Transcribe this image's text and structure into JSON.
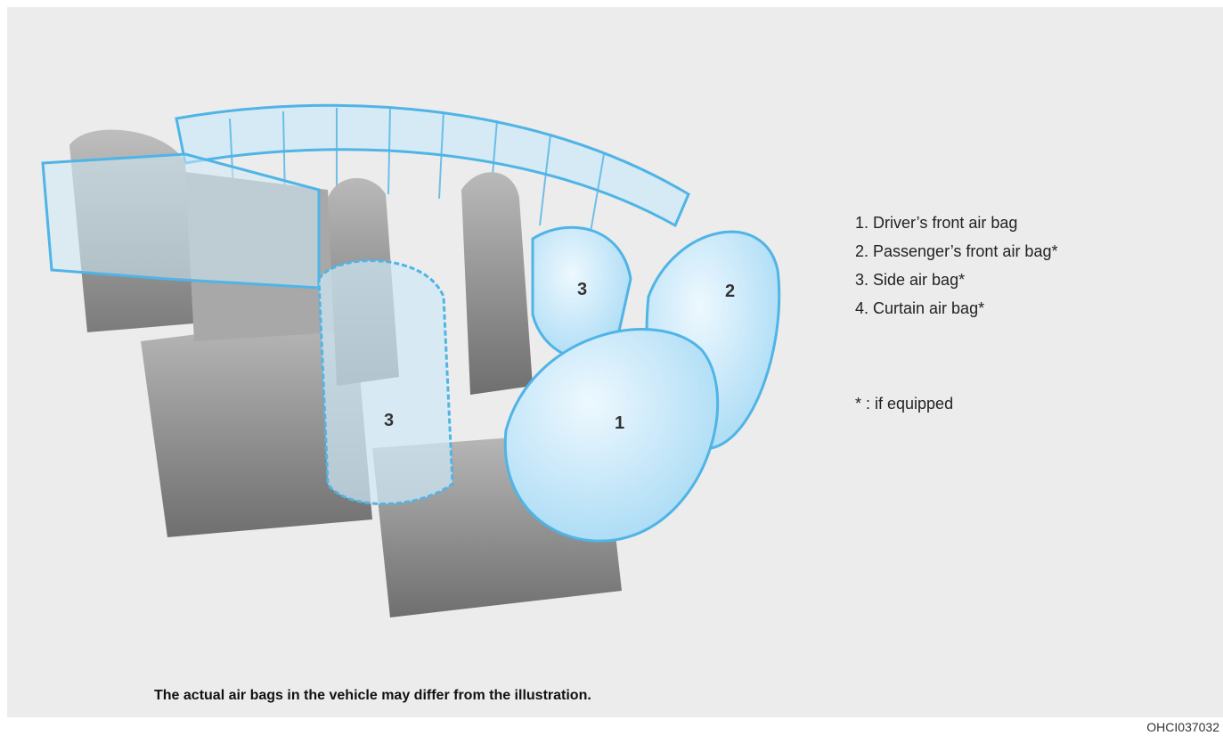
{
  "legend": {
    "items": [
      {
        "label": "1. Driver’s front air bag"
      },
      {
        "label": "2. Passenger’s front air bag*"
      },
      {
        "label": "3. Side air bag*"
      },
      {
        "label": "4. Curtain air bag*"
      }
    ],
    "footnote": "* : if equipped"
  },
  "illustration": {
    "callouts": {
      "driver_front": "1",
      "passenger_front": "2",
      "side_left": "3",
      "side_right": "3"
    }
  },
  "caption": "The actual air bags in the vehicle may differ from the illustration.",
  "figure_code": "OHCI037032",
  "colors": {
    "panel": "#ececec",
    "airbag_fill": "#cfeaf8",
    "airbag_edge": "#4fb4e6",
    "seat": "#9a9a9a"
  }
}
